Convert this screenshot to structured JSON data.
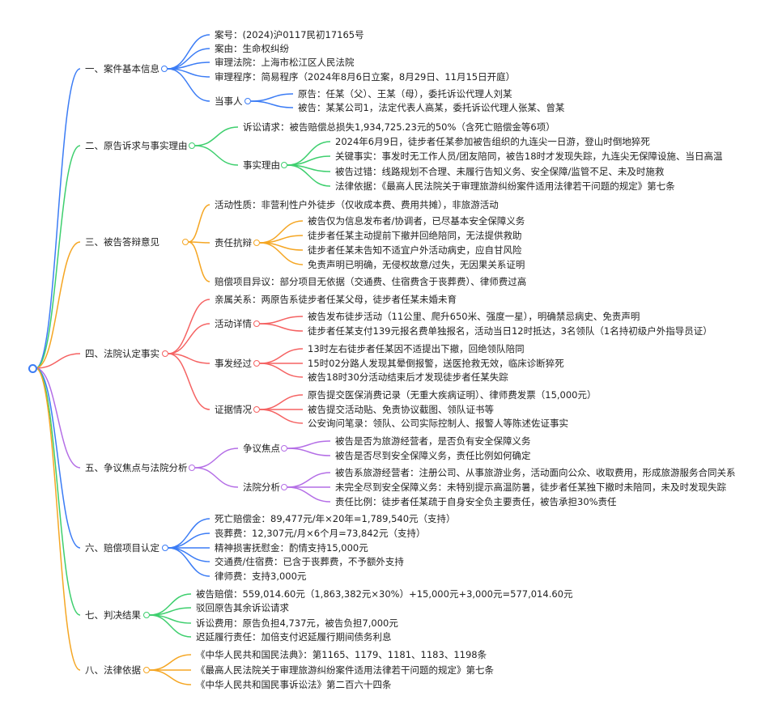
{
  "colors": {
    "blue": "#3b7cf5",
    "green": "#3ecf6e",
    "orange": "#f5a623",
    "red": "#f56262",
    "purple": "#b46ee6"
  },
  "branches": [
    {
      "label": "一、案件基本信息",
      "children": [
        "案号：(2024)沪0117民初17165号",
        "案由：生命权纠纷",
        "审理法院：上海市松江区人民法院",
        "审理程序：简易程序（2024年8月6日立案，8月29日、11月15日开庭）",
        {
          "label": "当事人",
          "items": [
            "原告：任某（父）、王某（母），委托诉讼代理人刘某",
            "被告：某某公司1，法定代表人高某，委托诉讼代理人张某、曾某"
          ]
        }
      ]
    },
    {
      "label": "二、原告诉求与事实理由",
      "children": [
        "诉讼请求：被告赔偿总损失1,934,725.23元的50%（含死亡赔偿金等6项）",
        {
          "label": "事实理由",
          "items": [
            "2024年6月9日，徒步者任某参加被告组织的九连尖一日游，登山时倒地猝死",
            "关键事实：事发时无工作人员/团友陪同，被告18时才发现失踪，九连尖无保障设施、当日高温",
            "被告过错：线路规划不合理、未履行告知义务、安全保障/监管不足、未及时施救",
            "法律依据：《最高人民法院关于审理旅游纠纷案件适用法律若干问题的规定》第七条"
          ]
        }
      ]
    },
    {
      "label": "三、被告答辩意见",
      "children": [
        "活动性质：非营利性户外徒步（仅收成本费、费用共摊），非旅游活动",
        {
          "label": "责任抗辩",
          "items": [
            "被告仅为信息发布者/协调者，已尽基本安全保障义务",
            "徒步者任某主动提前下撤并回绝陪同，无法提供救助",
            "徒步者任某未告知不适宜户外活动病史，应自甘风险",
            "免责声明已明确，无侵权故意/过失，无因果关系证明"
          ]
        },
        "赔偿项目异议：部分项目无依据（交通费、住宿费含于丧葬费）、律师费过高"
      ]
    },
    {
      "label": "四、法院认定事实",
      "children": [
        "亲属关系：两原告系徒步者任某父母，徒步者任某未婚未育",
        {
          "label": "活动详情",
          "items": [
            "被告发布徒步活动（11公里、爬升650米、强度一星），明确禁忌病史、免责声明",
            "徒步者任某支付139元报名费单独报名，活动当日12时抵达，3名领队（1名持初级户外指导员证）"
          ]
        },
        {
          "label": "事发经过",
          "items": [
            "13时左右徒步者任某因不适提出下撤，回绝领队陪同",
            "15时02分路人发现其晕倒报警，送医抢救无效，临床诊断猝死",
            "被告18时30分活动结束后才发现徒步者任某失踪"
          ]
        },
        {
          "label": "证据情况",
          "items": [
            "原告提交医保消费记录（无重大疾病证明）、律师费发票（15,000元）",
            "被告提交活动贴、免责协议截图、领队证书等",
            "公安询问笔录：领队、公司实际控制人、报警人等陈述佐证事实"
          ]
        }
      ]
    },
    {
      "label": "五、争议焦点与法院分析",
      "children": [
        {
          "label": "争议焦点",
          "items": [
            "被告是否为旅游经营者，是否负有安全保障义务",
            "被告是否尽到安全保障义务，责任比例如何确定"
          ]
        },
        {
          "label": "法院分析",
          "items": [
            "被告系旅游经营者：注册公司、从事旅游业务，活动面向公众、收取费用，形成旅游服务合同关系",
            "未完全尽到安全保障义务：未特别提示高温防暑，徒步者任某独下撤时未陪同，未及时发现失踪",
            "责任比例：徒步者任某疏于自身安全负主要责任，被告承担30%责任"
          ]
        }
      ]
    },
    {
      "label": "六、赔偿项目认定",
      "children": [
        "死亡赔偿金：89,477元/年×20年=1,789,540元（支持）",
        "丧葬费：12,307元/月×6个月=73,842元（支持）",
        "精神损害抚慰金：酌情支持15,000元",
        "交通费/住宿费：已含于丧葬费，不予额外支持",
        "律师费：支持3,000元"
      ]
    },
    {
      "label": "七、判决结果",
      "children": [
        "被告赔偿：559,014.60元（1,863,382元×30%）+15,000元+3,000元=577,014.60元",
        "驳回原告其余诉讼请求",
        "诉讼费用：原告负担4,737元，被告负担7,000元",
        "迟延履行责任：加倍支付迟延履行期间债务利息"
      ]
    },
    {
      "label": "八、法律依据",
      "children": [
        "《中华人民共和国民法典》：第1165、1179、1181、1183、1198条",
        "《最高人民法院关于审理旅游纠纷案件适用法律若干问题的规定》第七条",
        "《中华人民共和国民事诉讼法》第二百六十四条"
      ]
    }
  ]
}
